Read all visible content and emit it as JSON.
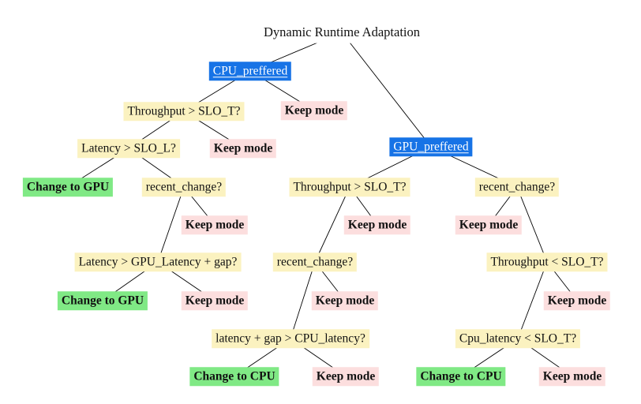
{
  "diagram": {
    "colors": {
      "mode_node": "#1773e6",
      "question_node": "#fbf2c0",
      "keep_node": "#fcdede",
      "change_node": "#80e985",
      "edge": "#000000"
    },
    "nodes": {
      "root": {
        "label": "Dynamic Runtime Adaptation",
        "type": "title"
      },
      "cpu_pref": {
        "label": "CPU_preffered",
        "type": "mode"
      },
      "gpu_pref": {
        "label": "GPU_preffered",
        "type": "mode"
      },
      "q_tp1": {
        "label": "Throughput > SLO_T?",
        "type": "question"
      },
      "keep1": {
        "label": "Keep mode",
        "type": "keep"
      },
      "q_lat_slol": {
        "label": "Latency > SLO_L?",
        "type": "question"
      },
      "keep2": {
        "label": "Keep mode",
        "type": "keep"
      },
      "chg_gpu1": {
        "label": "Change to GPU",
        "type": "change"
      },
      "q_recent1": {
        "label": "recent_change?",
        "type": "question"
      },
      "keep3": {
        "label": "Keep mode",
        "type": "keep"
      },
      "q_lat_gpu": {
        "label": "Latency > GPU_Latency + gap?",
        "type": "question"
      },
      "chg_gpu2": {
        "label": "Change to GPU",
        "type": "change"
      },
      "keep6": {
        "label": "Keep mode",
        "type": "keep"
      },
      "q_tp2": {
        "label": "Throughput > SLO_T?",
        "type": "question"
      },
      "keep4": {
        "label": "Keep mode",
        "type": "keep"
      },
      "q_recent2": {
        "label": "recent_change?",
        "type": "question"
      },
      "keep7": {
        "label": "Keep mode",
        "type": "keep"
      },
      "q_lat_gap": {
        "label": "latency + gap > CPU_latency?",
        "type": "question"
      },
      "chg_cpu1": {
        "label": "Change to CPU",
        "type": "change"
      },
      "keep9": {
        "label": "Keep mode",
        "type": "keep"
      },
      "q_recent3": {
        "label": "recent_change?",
        "type": "question"
      },
      "keep5": {
        "label": "Keep mode",
        "type": "keep"
      },
      "q_tp_lt": {
        "label": "Throughput < SLO_T?",
        "type": "question"
      },
      "keep8": {
        "label": "Keep mode",
        "type": "keep"
      },
      "q_cpu_lat": {
        "label": "Cpu_latency < SLO_T?",
        "type": "question"
      },
      "chg_cpu2": {
        "label": "Change to CPU",
        "type": "change"
      },
      "keep10": {
        "label": "Keep mode",
        "type": "keep"
      }
    },
    "edges": [
      {
        "from": "root",
        "to": "cpu_pref"
      },
      {
        "from": "root",
        "to": "gpu_pref"
      },
      {
        "from": "cpu_pref",
        "to": "q_tp1"
      },
      {
        "from": "cpu_pref",
        "to": "keep1"
      },
      {
        "from": "q_tp1",
        "to": "q_lat_slol"
      },
      {
        "from": "q_tp1",
        "to": "keep2"
      },
      {
        "from": "q_lat_slol",
        "to": "chg_gpu1"
      },
      {
        "from": "q_lat_slol",
        "to": "q_recent1"
      },
      {
        "from": "q_recent1",
        "to": "q_lat_gpu"
      },
      {
        "from": "q_recent1",
        "to": "keep3"
      },
      {
        "from": "q_lat_gpu",
        "to": "chg_gpu2"
      },
      {
        "from": "q_lat_gpu",
        "to": "keep6"
      },
      {
        "from": "gpu_pref",
        "to": "q_tp2"
      },
      {
        "from": "gpu_pref",
        "to": "q_recent3"
      },
      {
        "from": "q_tp2",
        "to": "q_recent2"
      },
      {
        "from": "q_tp2",
        "to": "keep4"
      },
      {
        "from": "q_recent2",
        "to": "q_lat_gap"
      },
      {
        "from": "q_recent2",
        "to": "keep7"
      },
      {
        "from": "q_lat_gap",
        "to": "chg_cpu1"
      },
      {
        "from": "q_lat_gap",
        "to": "keep9"
      },
      {
        "from": "q_recent3",
        "to": "keep5"
      },
      {
        "from": "q_recent3",
        "to": "q_tp_lt"
      },
      {
        "from": "q_tp_lt",
        "to": "q_cpu_lat"
      },
      {
        "from": "q_tp_lt",
        "to": "keep8"
      },
      {
        "from": "q_cpu_lat",
        "to": "chg_cpu2"
      },
      {
        "from": "q_cpu_lat",
        "to": "keep10"
      }
    ]
  }
}
